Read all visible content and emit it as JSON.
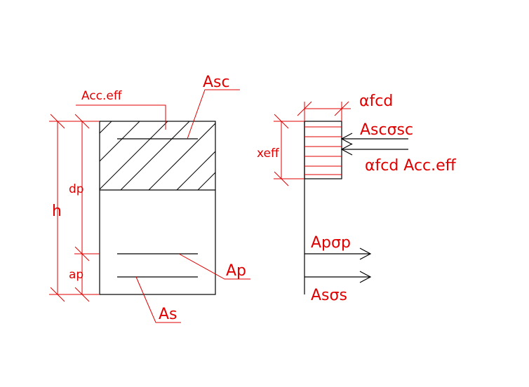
{
  "colors": {
    "annotation": "#e00000",
    "structure": "#000000",
    "background": "#ffffff"
  },
  "section": {
    "label_acc_eff": "Acc.eff",
    "label_asc": "Asc",
    "label_ap": "Ap",
    "label_as": "As",
    "dim_h": "h",
    "dim_dp": "dp",
    "dim_ap": "ap"
  },
  "stress_diagram": {
    "label_alpha_fcd": "αfcd",
    "label_xeff": "xeff",
    "force_asc": "Ascσsc",
    "force_concrete": "αfcd Acc.eff",
    "force_ap": "Apσp",
    "force_as": "Asσs"
  }
}
